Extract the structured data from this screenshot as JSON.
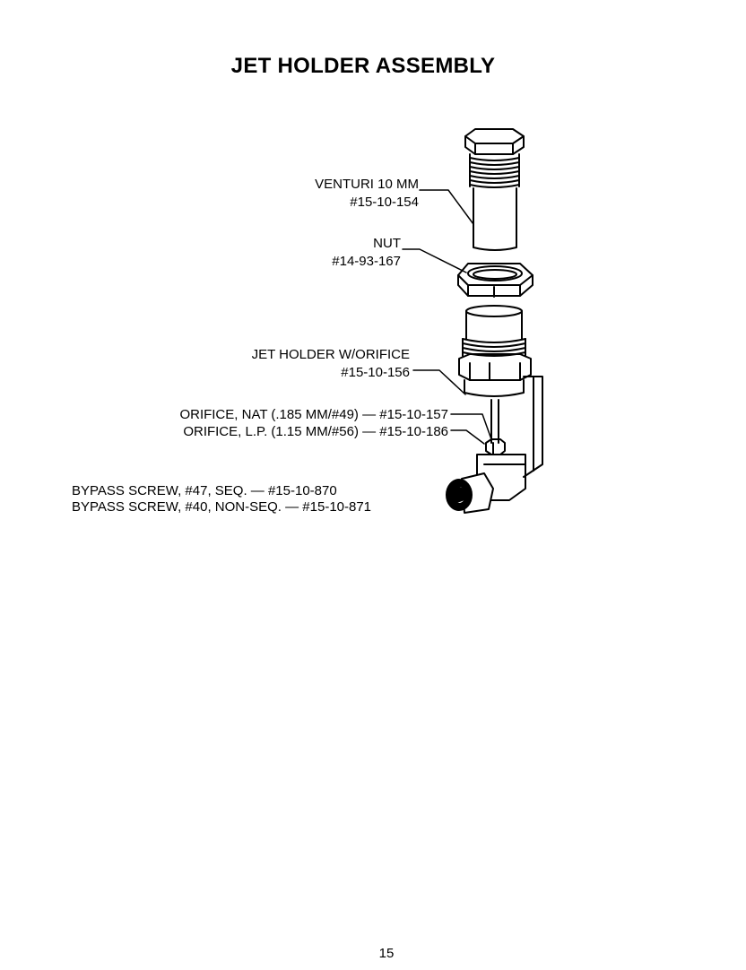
{
  "page": {
    "title": "JET HOLDER ASSEMBLY",
    "page_number": "15"
  },
  "parts": {
    "venturi": {
      "name": "VENTURI 10 MM",
      "part_no": "#15-10-154"
    },
    "nut": {
      "name": "NUT",
      "part_no": "#14-93-167"
    },
    "jet_holder": {
      "name": "JET HOLDER W/ORIFICE",
      "part_no": "#15-10-156"
    },
    "orifice_nat": "ORIFICE, NAT (.185 MM/#49) — #15-10-157",
    "orifice_lp": "ORIFICE, L.P. (1.15 MM/#56) — #15-10-186",
    "bypass_seq": "BYPASS SCREW, #47, SEQ. — #15-10-870",
    "bypass_nonseq": "BYPASS SCREW, #40, NON-SEQ. — #15-10-871"
  }
}
